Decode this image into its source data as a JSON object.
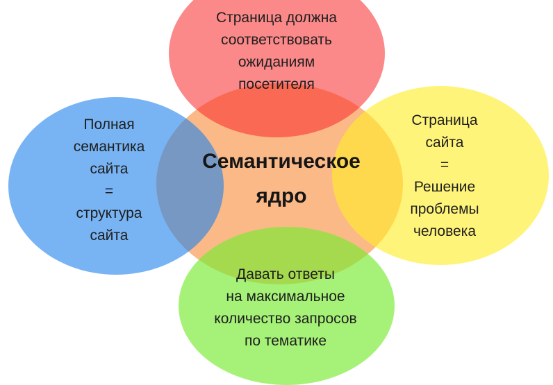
{
  "diagram": {
    "center": {
      "lines": [
        "Семантическое",
        "ядро"
      ],
      "color": "#FAAF78"
    },
    "top": {
      "lines": [
        "Страница должна",
        "соответствовать",
        "ожиданиям",
        "посетителя"
      ],
      "color": "#FA2828"
    },
    "left": {
      "lines": [
        "Полная",
        "семантика",
        "сайта",
        "=",
        "структура",
        "сайта"
      ],
      "color": "#1E82EB"
    },
    "right": {
      "lines": [
        "Страница",
        "сайта",
        "=",
        "Решение",
        "проблемы",
        "человека"
      ],
      "color": "#FFEE28"
    },
    "bottom": {
      "lines": [
        "Давать ответы",
        "на максимальное",
        "количество запросов",
        "по тематике"
      ],
      "color": "#78EB32"
    }
  }
}
